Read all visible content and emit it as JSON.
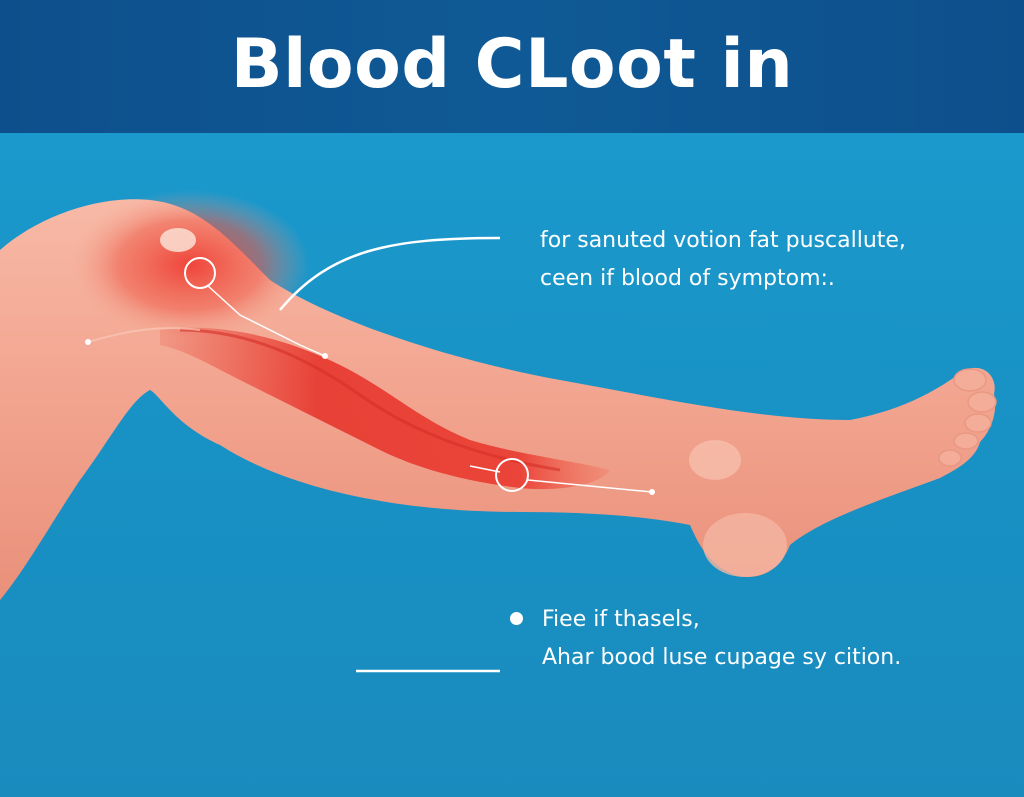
{
  "title": "Blood CLoot in",
  "note_top": {
    "line1": "for sanuted votion fat puscallute,",
    "line2": "ceen if blood of symptom:."
  },
  "note_bottom": {
    "line1": "Fiee if thasels,",
    "line2": "Ahar bood luse cupage sy cition."
  },
  "colors": {
    "header": "#0f5a96",
    "background": "#1a93c6",
    "skin": "#f0a48e",
    "clot_red": "#e5342c",
    "text": "#ffffff"
  }
}
